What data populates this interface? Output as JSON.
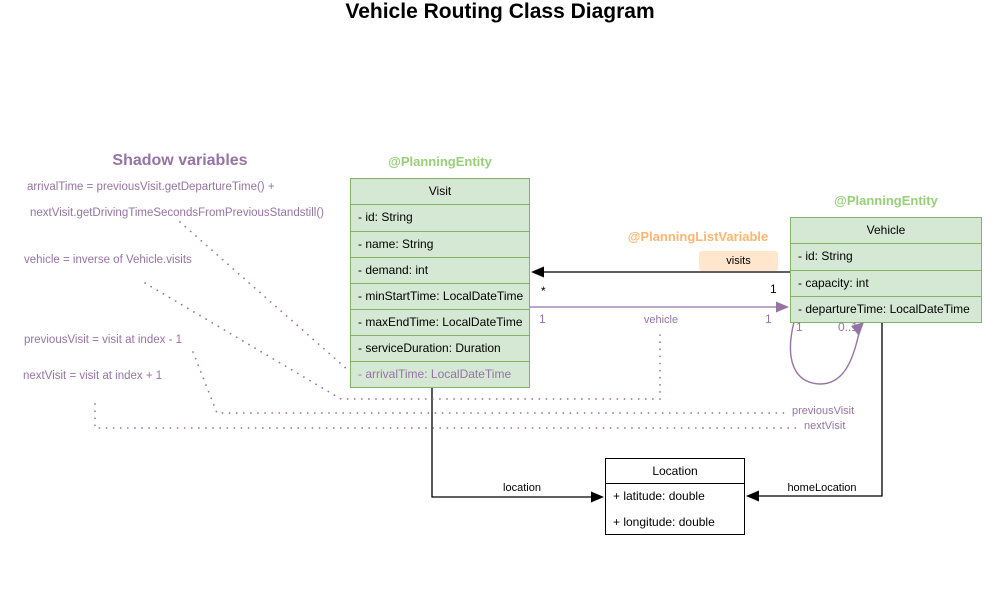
{
  "title": "Vehicle Routing Class Diagram",
  "colors": {
    "green_fill": "#d5e8d4",
    "green_border": "#82b366",
    "green_annotation": "#97d077",
    "purple": "#9673a6",
    "orange_annotation": "#ffb570",
    "orange_fill": "#ffe6cc",
    "black": "#000000"
  },
  "shadow_panel": {
    "heading": "Shadow variables",
    "line1": "arrivalTime = previousVisit.getDepartureTime() +",
    "line2": "nextVisit.getDrivingTimeSecondsFromPreviousStandstill()",
    "line3": "vehicle = inverse of Vehicle.visits",
    "line4": "previousVisit = visit at index - 1",
    "line5": "nextVisit = visit at index + 1"
  },
  "visit_class": {
    "annotation": "@PlanningEntity",
    "name": "Visit",
    "fields": [
      "- id: String",
      "- name: String",
      "- demand: int",
      "- minStartTime: LocalDateTime",
      "- maxEndTime: LocalDateTime",
      "- serviceDuration: Duration",
      "- arrivalTime: LocalDateTime"
    ]
  },
  "vehicle_class": {
    "annotation": "@PlanningEntity",
    "name": "Vehicle",
    "fields": [
      "- id: String",
      "- capacity: int",
      "- departureTime: LocalDateTime"
    ]
  },
  "location_class": {
    "name": "Location",
    "fields": [
      "+ latitude: double",
      "+ longitude: double"
    ]
  },
  "planning_list_variable": "@PlanningListVariable",
  "associations": {
    "visits": {
      "label": "visits",
      "mult_visit": "*",
      "mult_vehicle": "1"
    },
    "vehicle": {
      "label": "vehicle",
      "mult_left": "1",
      "mult_right": "1"
    },
    "self_loop": {
      "mult_left": "1",
      "mult_right": "0..1"
    },
    "previous_visit": {
      "label": "previousVisit"
    },
    "next_visit": {
      "label": "nextVisit"
    },
    "location": {
      "label": "location"
    },
    "home_location": {
      "label": "homeLocation"
    }
  }
}
